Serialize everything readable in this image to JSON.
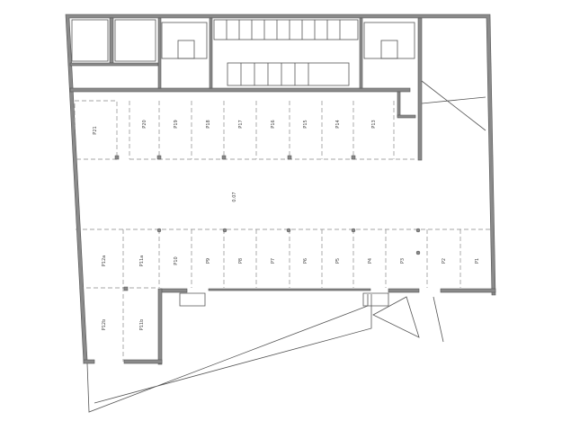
{
  "plan": {
    "garage_label": "0.07",
    "parking_top": [
      "P21",
      "P20",
      "P19",
      "P18",
      "P17",
      "P16",
      "P15",
      "P14",
      "P13"
    ],
    "parking_bottom": [
      "P12a",
      "P11a",
      "P10",
      "P9",
      "P8",
      "P7",
      "P6",
      "P5",
      "P4",
      "P3",
      "P2",
      "P1"
    ],
    "parking_lower_block": [
      "P12b",
      "P11b"
    ],
    "colors": {
      "wall": "#8a8a8a",
      "line": "#555555",
      "dash": "#888888"
    }
  }
}
